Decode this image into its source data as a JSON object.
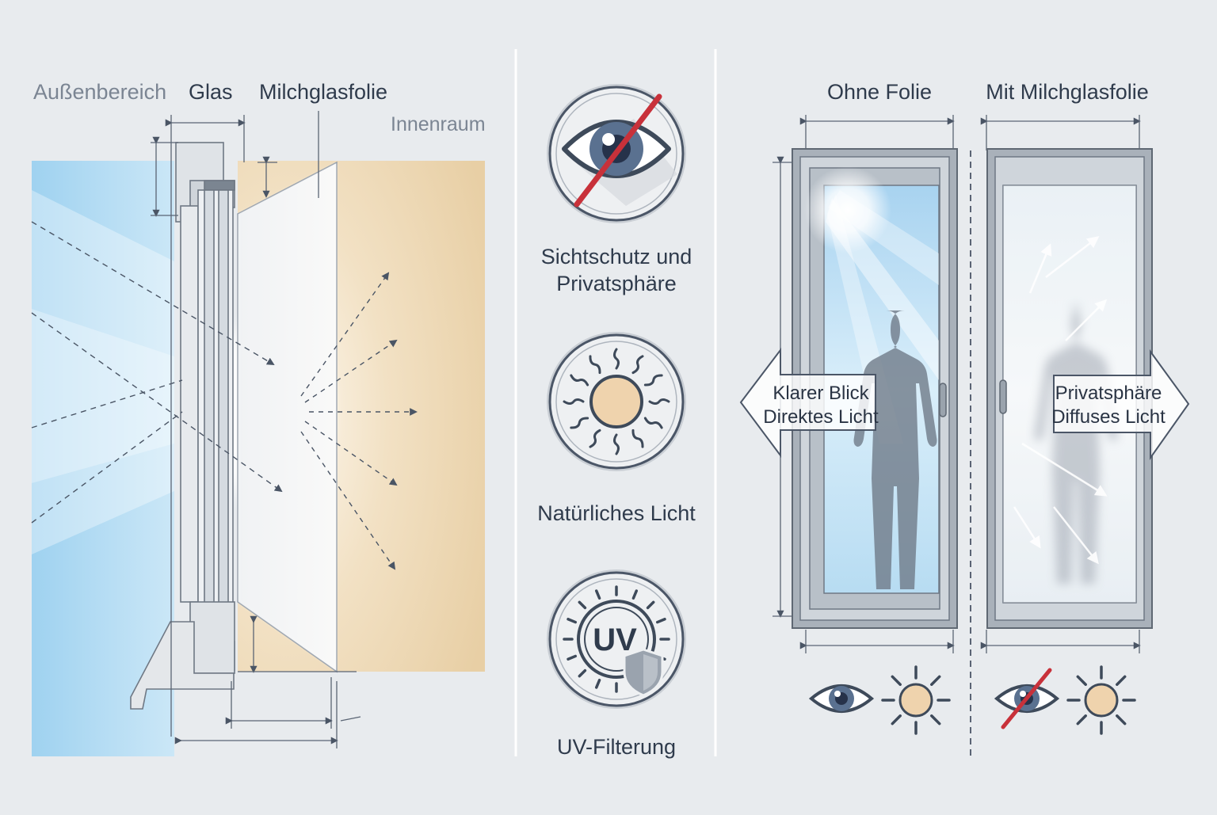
{
  "section_cross": {
    "label_outside": "Außenbereich",
    "label_glass": "Glas",
    "label_film": "Milchglasfolie",
    "label_inside": "Innenraum"
  },
  "section_benefits": {
    "items": [
      {
        "icon": "eye-crossed-icon",
        "line1": "Sichtschutz und",
        "line2": "Privatsphäre"
      },
      {
        "icon": "sun-diffuse-icon",
        "line1": "Natürliches Licht",
        "line2": ""
      },
      {
        "icon": "uv-shield-icon",
        "line1": "UV-Filterung",
        "line2": "",
        "badge": "UV"
      }
    ]
  },
  "section_compare": {
    "left": {
      "title": "Ohne Folie",
      "arrow_line1": "Klarer Blick",
      "arrow_line2": "Direktes Licht"
    },
    "right": {
      "title": "Mit Milchglasfolie",
      "arrow_line1": "Privatsphäre",
      "arrow_line2": "Diffuses Licht"
    }
  },
  "colors": {
    "background": "#e8ebee",
    "sky": "#a9d7f2",
    "interior": "#ecd6b2",
    "frame": "#8d96a1",
    "text": "#2f3b4c",
    "cross_red": "#c8313a",
    "sun_fill": "#efd3ad"
  }
}
